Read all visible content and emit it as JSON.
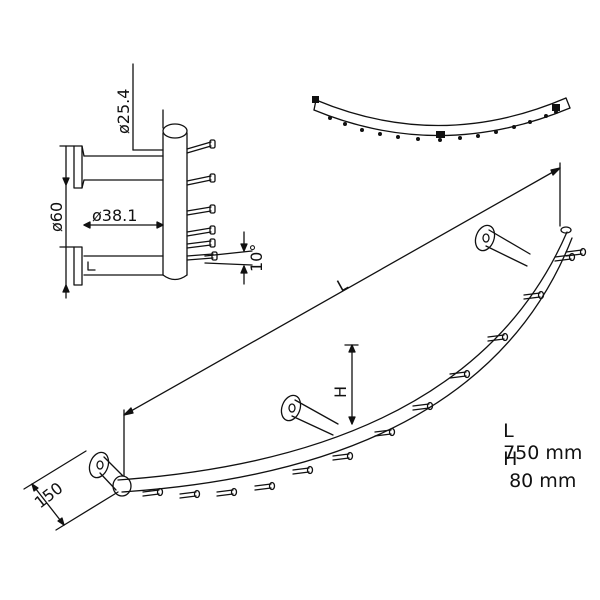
{
  "dimensions": {
    "tube_diameter": "ø25.4",
    "bracket_diameter": "ø38.1",
    "flange_diameter": "ø60",
    "pin_angle": "10°",
    "length_symbol": "L",
    "height_symbol": "H",
    "wall_offset": "150"
  },
  "specs": {
    "length_label": "L",
    "length_value": "750 mm",
    "height_label": "H",
    "height_value": "80 mm"
  },
  "style": {
    "line_color": "#111111",
    "background": "#ffffff"
  }
}
